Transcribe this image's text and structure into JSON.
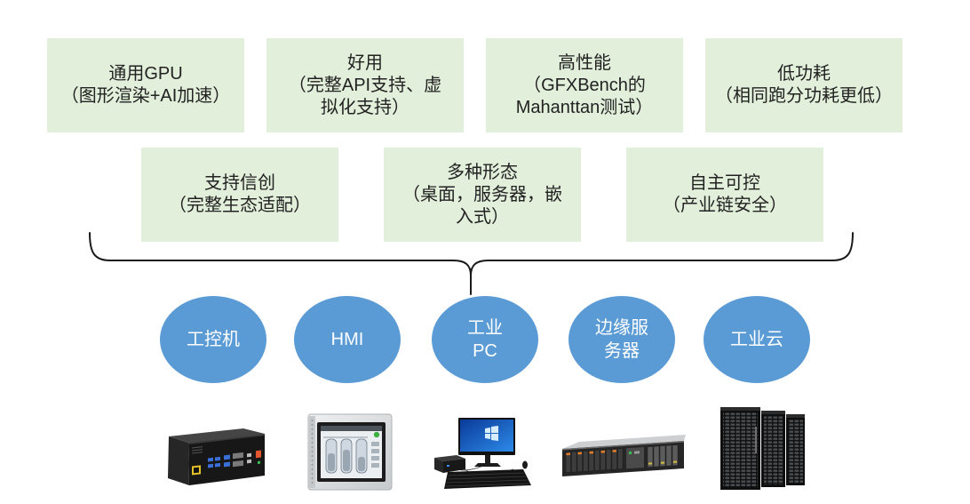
{
  "features_top": [
    {
      "lines": [
        "通用GPU",
        "（图形渲染+AI加速）"
      ]
    },
    {
      "lines": [
        "好用",
        "（完整API支持、虚",
        "拟化支持）"
      ]
    },
    {
      "lines": [
        "高性能",
        "（GFXBench的",
        "Mahanttan测试）"
      ]
    },
    {
      "lines": [
        "低功耗",
        "（相同跑分功耗更低）"
      ]
    }
  ],
  "features_bottom": [
    {
      "lines": [
        "支持信创",
        "（完整生态适配）"
      ]
    },
    {
      "lines": [
        "多种形态",
        "（桌面，服务器，嵌",
        "入式）"
      ]
    },
    {
      "lines": [
        "自主可控",
        "（产业链安全）"
      ]
    }
  ],
  "applications": [
    {
      "lines": [
        "工控机"
      ],
      "image": "industrial-controller-image"
    },
    {
      "lines": [
        "HMI"
      ],
      "image": "hmi-panel-image"
    },
    {
      "lines": [
        "工业",
        "PC"
      ],
      "image": "industrial-pc-image"
    },
    {
      "lines": [
        "边缘服",
        "务器"
      ],
      "image": "edge-server-image"
    },
    {
      "lines": [
        "工业云"
      ],
      "image": "industrial-cloud-image"
    }
  ],
  "colors": {
    "feature_box": "#e2efda",
    "application_circle": "#5b9bd5",
    "connector": "#1a1a1a"
  }
}
